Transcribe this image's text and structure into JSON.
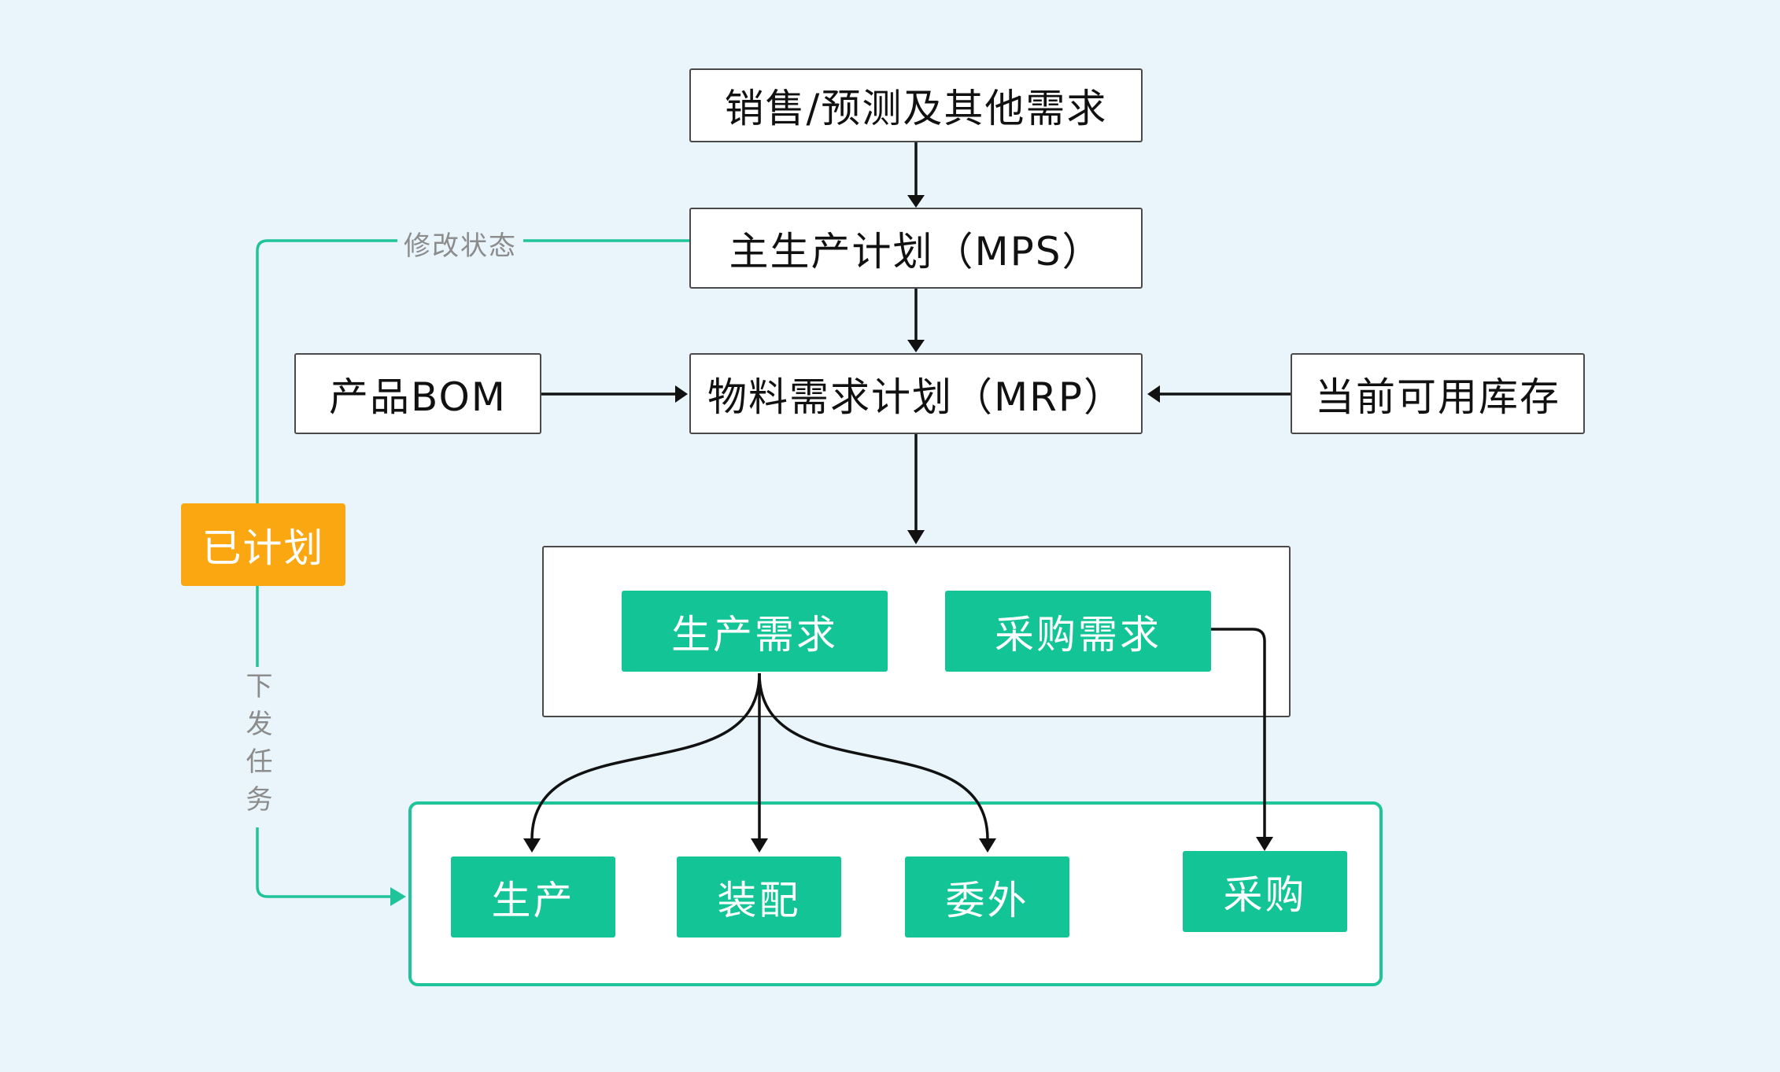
{
  "diagram": {
    "nodes": {
      "sales_forecast": "销售/预测及其他需求",
      "mps": "主生产计划（MPS）",
      "product_bom": "产品BOM",
      "mrp": "物料需求计划（MRP）",
      "available_inventory": "当前可用库存",
      "planned": "已计划",
      "production_demand": "生产需求",
      "purchase_demand": "采购需求",
      "production": "生产",
      "assembly": "装配",
      "outsourcing": "委外",
      "purchase": "采购"
    },
    "edge_labels": {
      "modify_status": "修改状态",
      "issue_task": "下发任务"
    },
    "colors": {
      "background": "#eaf4fb",
      "green": "#12c496",
      "orange": "#fba711",
      "arrow": "#111111",
      "feedback_line": "#20c49a",
      "label_gray": "#8c8c8c"
    }
  }
}
